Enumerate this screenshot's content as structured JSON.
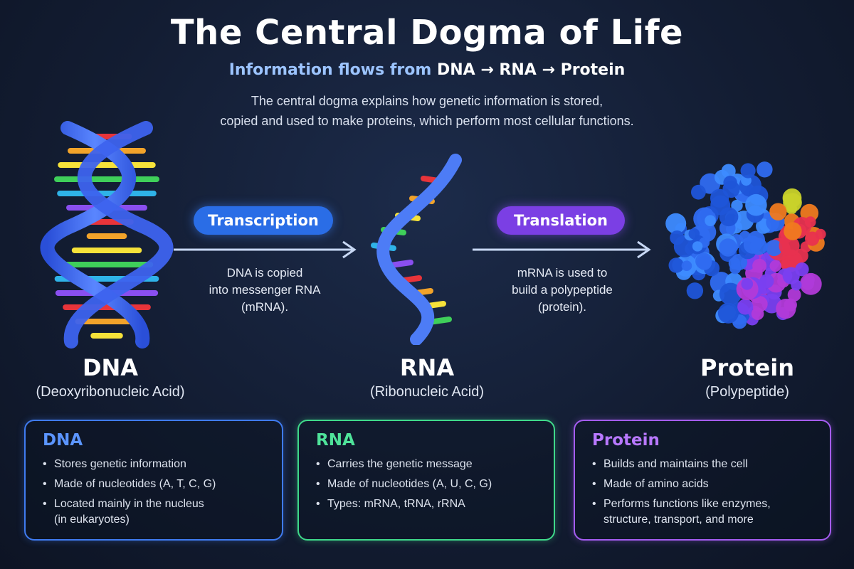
{
  "header": {
    "title": "The Central Dogma of Life",
    "subtitle_lead": "Information flows from",
    "subtitle_flow": "DNA → RNA → Protein",
    "intro_line1": "The central dogma explains how genetic information is stored,",
    "intro_line2": "copied and used to make proteins, which perform most cellular functions."
  },
  "stages": [
    {
      "name": "DNA",
      "full_name": "(Deoxyribonucleic Acid)"
    },
    {
      "name": "RNA",
      "full_name": "(Ribonucleic Acid)"
    },
    {
      "name": "Protein",
      "full_name": "(Polypeptide)"
    }
  ],
  "processes": [
    {
      "label": "Transcription",
      "desc_line1": "DNA is copied",
      "desc_line2": "into messenger RNA",
      "desc_line3": "(mRNA)."
    },
    {
      "label": "Translation",
      "desc_line1": "mRNA is used to",
      "desc_line2": "build a polypeptide",
      "desc_line3": "(protein)."
    }
  ],
  "cards": [
    {
      "title": "DNA",
      "items": [
        "Stores genetic information",
        "Made of nucleotides (A, T, C, G)",
        "Located mainly in the nucleus",
        "(in eukaryotes)"
      ]
    },
    {
      "title": "RNA",
      "items": [
        "Carries the genetic message",
        "Made of nucleotides (A, U, C, G)",
        "Types: mRNA, tRNA, rRNA"
      ]
    },
    {
      "title": "Protein",
      "items": [
        "Builds and maintains the cell",
        "Made of amino acids",
        "Performs functions like enzymes,",
        "structure, transport, and more"
      ]
    }
  ],
  "colors": {
    "dna_accent": "#3f7bf0",
    "rna_accent": "#3fd98a",
    "protein_accent": "#a45cf0",
    "transcription_pill": "#2a6de6",
    "translation_pill": "#7b3fe4"
  },
  "icons": {
    "dna": "dna-double-helix-icon",
    "rna": "rna-single-strand-icon",
    "protein": "protein-structure-icon",
    "arrow": "arrow-right-icon"
  }
}
